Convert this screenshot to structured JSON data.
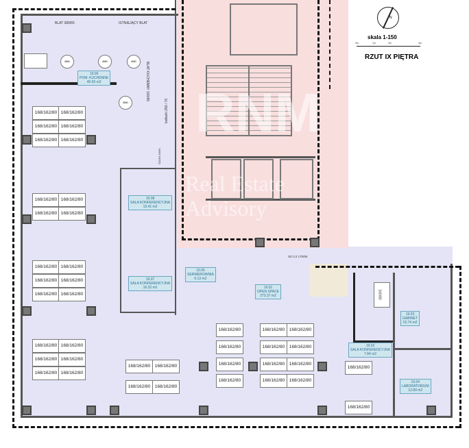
{
  "plan": {
    "title": "RZUT IX PIĘTRA",
    "scale": "skala 1-150",
    "scale_ticks": [
      "0m",
      "1m",
      "2m",
      "4m"
    ],
    "north": "N"
  },
  "rooms": [
    {
      "number": "19.06",
      "name": "POM. KUCHENNE",
      "area": "40.93 m2"
    },
    {
      "number": "19.08",
      "name": "SALA KONFERENCYJNA",
      "area": "13.41 m2"
    },
    {
      "number": "19.07",
      "name": "SALA KONFERENCYJNA",
      "area": "16.32 m2"
    },
    {
      "number": "19.05",
      "name": "SERWEROWNIA",
      "area": "6.13 m2"
    },
    {
      "number": "19.01",
      "name": "OPEN SPACE",
      "area": "273.37 m2"
    },
    {
      "number": "19.03",
      "name": "GABINET",
      "area": "15.74 m2"
    },
    {
      "number": "19.02",
      "name": "SALA KONFERENCYJNA",
      "area": "7.84 m2"
    },
    {
      "number": "19.04",
      "name": "LABORATORIUM",
      "area": "12.89 m2"
    }
  ],
  "annotations": {
    "blat": "BLAT 380/65",
    "existing_blat": "ISTNIEJĄCY BLAT",
    "kitchen_blat": "BLAT KUCHENNY 100/65",
    "fridges": "lodówki 250 / 70",
    "wardrobe": "SZAFA 50/65",
    "wardrobe2": "SZ.V.2 170/65",
    "table_round": "Ø80",
    "desk_right": "160/80"
  },
  "desk_label": "168/162/80",
  "watermark": {
    "logo": "RNM",
    "tagline": "Real Estate Advisory"
  }
}
